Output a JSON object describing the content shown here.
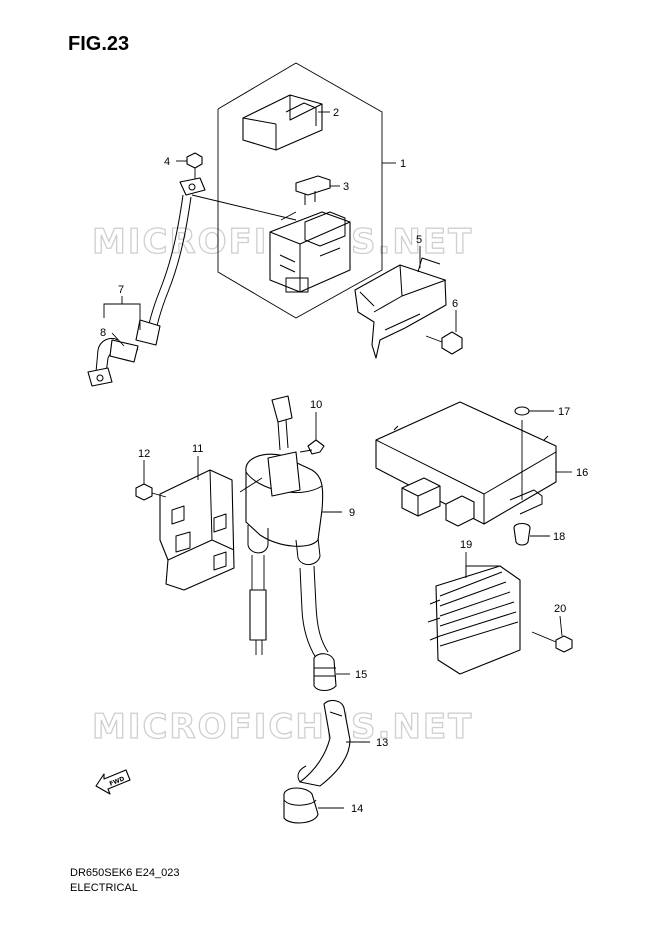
{
  "figure": {
    "title": "FIG.23"
  },
  "footer": {
    "model_code": "DR650SEK6 E24_023",
    "section": "ELECTRICAL"
  },
  "watermark": {
    "text": "MICROFICHES.NET"
  },
  "fwd_arrow": {
    "label": "FWD"
  },
  "callouts": [
    "1",
    "2",
    "3",
    "4",
    "5",
    "6",
    "7",
    "8",
    "9",
    "10",
    "11",
    "12",
    "13",
    "14",
    "15",
    "16",
    "17",
    "18",
    "19",
    "20"
  ]
}
